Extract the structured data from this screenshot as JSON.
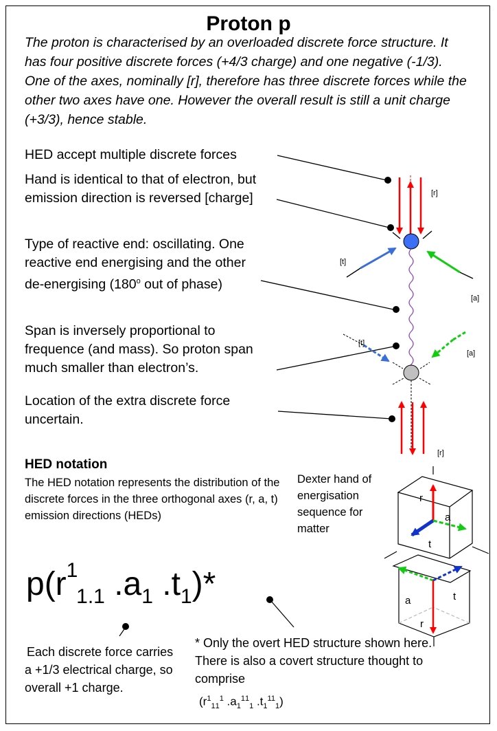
{
  "title": "Proton p",
  "intro": "The proton is characterised by an overloaded discrete force structure. It has four positive discrete forces (+4/3 charge) and one negative (-1/3). One of the axes, nominally [r], therefore has three discrete forces while the other two axes have one.   However the overall result is still a unit charge (+3/3), hence stable.",
  "notes": {
    "hed_multiple": "HED accept multiple discrete forces",
    "hand_identical": "Hand is identical to that of electron, but emission direction is reversed [charge]",
    "reactive_end_a": "Type of reactive end:  oscillating. One reactive end energising and the other de-energising (180",
    "reactive_end_deg": "o",
    "reactive_end_b": " out of phase)",
    "span": "Span is inversely proportional to frequence (and mass). So proton span much smaller than electron’s.",
    "location": "Location of the extra discrete force uncertain."
  },
  "diagram_labels": {
    "r_top": "[r]",
    "t_upper": "[t]",
    "a_upper": "[a]",
    "t_lower": "[t]",
    "a_lower": "[a]",
    "r_bottom": "[r]"
  },
  "hed_notation": {
    "heading": "HED notation",
    "description": "The HED notation represents the distribution of the discrete forces in the three orthogonal axes (r, a, t) emission directions  (HEDs)",
    "dexter": "Dexter hand of energisation sequence for matter"
  },
  "cube_labels": {
    "r": "r",
    "a": "a",
    "t": "t"
  },
  "formula": {
    "p_open": "p(r",
    "r_sup": "1",
    "r_sub": "1.1",
    "a": " .a",
    "a_sub": "1",
    "t": " .t",
    "t_sub": "1",
    "close": ")*"
  },
  "charge_note": "Each discrete force carries a +1/3 electrical charge, so overall +1 charge.",
  "overt_note": "* Only the overt HED structure shown here. There is also a covert structure thought to comprise",
  "covert_formula": {
    "open": "(r",
    "r1": "1",
    "r2": "1",
    "r3": "1",
    "r4": "1",
    "a": " .a",
    "a1": "1",
    "a2": "1",
    "a3": "1",
    "a4": "1",
    "t": " .t",
    "t1": "1",
    "t2": "11",
    "t3": "1",
    "close": ")"
  },
  "colors": {
    "red": "#ff0000",
    "blue": "#3a6fd8",
    "green": "#11cc11",
    "node_top": "#3b6ff5",
    "node_bottom": "#c0c0c0",
    "wave": "#8a40b8",
    "cube_blue": "#1133cc"
  }
}
